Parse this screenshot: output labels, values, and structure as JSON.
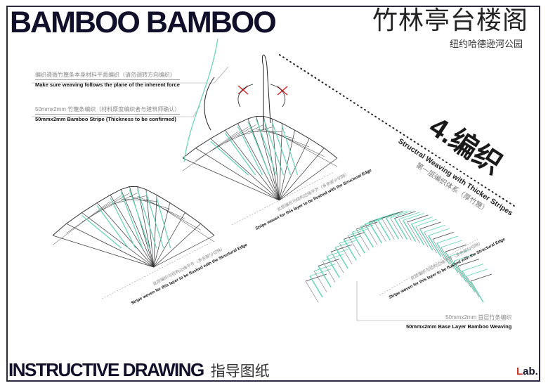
{
  "header": {
    "title_en": "BAMBOO BAMBOO",
    "title_cn": "竹林亭台楼阁",
    "subtitle_cn": "纽约哈德逊河公园"
  },
  "section": {
    "number_title": "4.编织",
    "subtitle_en": "Structral Weaving with Thicker Stripes",
    "subtitle_cn": "第一层编织体系（厚竹篾）"
  },
  "notes": [
    {
      "cn": "编织遵循竹篾条本身材料平面编织（请勿调转方向编织）",
      "en": "Make sure weaving follows the plane of the inherent force"
    },
    {
      "cn": "50mmx2mm 竹篾条编织（材料厚度编织者与建筑师确认）",
      "en": "50mmx2mm Bamboo Stripe (Thickness to be confirmed)"
    },
    {
      "cn": "50mmx2mm 首层竹条编织",
      "en": "50mmx2mm Base Layer Bamboo Weaving"
    }
  ],
  "edge_labels": [
    {
      "cn": "此层编织与结构边缘平齐（多余部分切除）",
      "en": "Stripe woven for this layer to be flushed with the Structural Edge"
    },
    {
      "cn": "此层编织与结构边缘平齐（多余部分切除）",
      "en": "Stripe woven for this layer to be flushed with the Structural Edge"
    },
    {
      "cn": "此层编织与结构边缘平齐（多余部分切除）",
      "en": "Stripe woven for this layer to be flushed with the Structural Edge"
    }
  ],
  "footer": {
    "title_en": "INSTRUCTIVE DRAWING",
    "title_cn": "指导图纸",
    "lab_initial": "L",
    "lab_rest": "ab."
  },
  "colors": {
    "ink": "#14142b",
    "teal": "#5fd3b4",
    "red": "#d62020"
  }
}
